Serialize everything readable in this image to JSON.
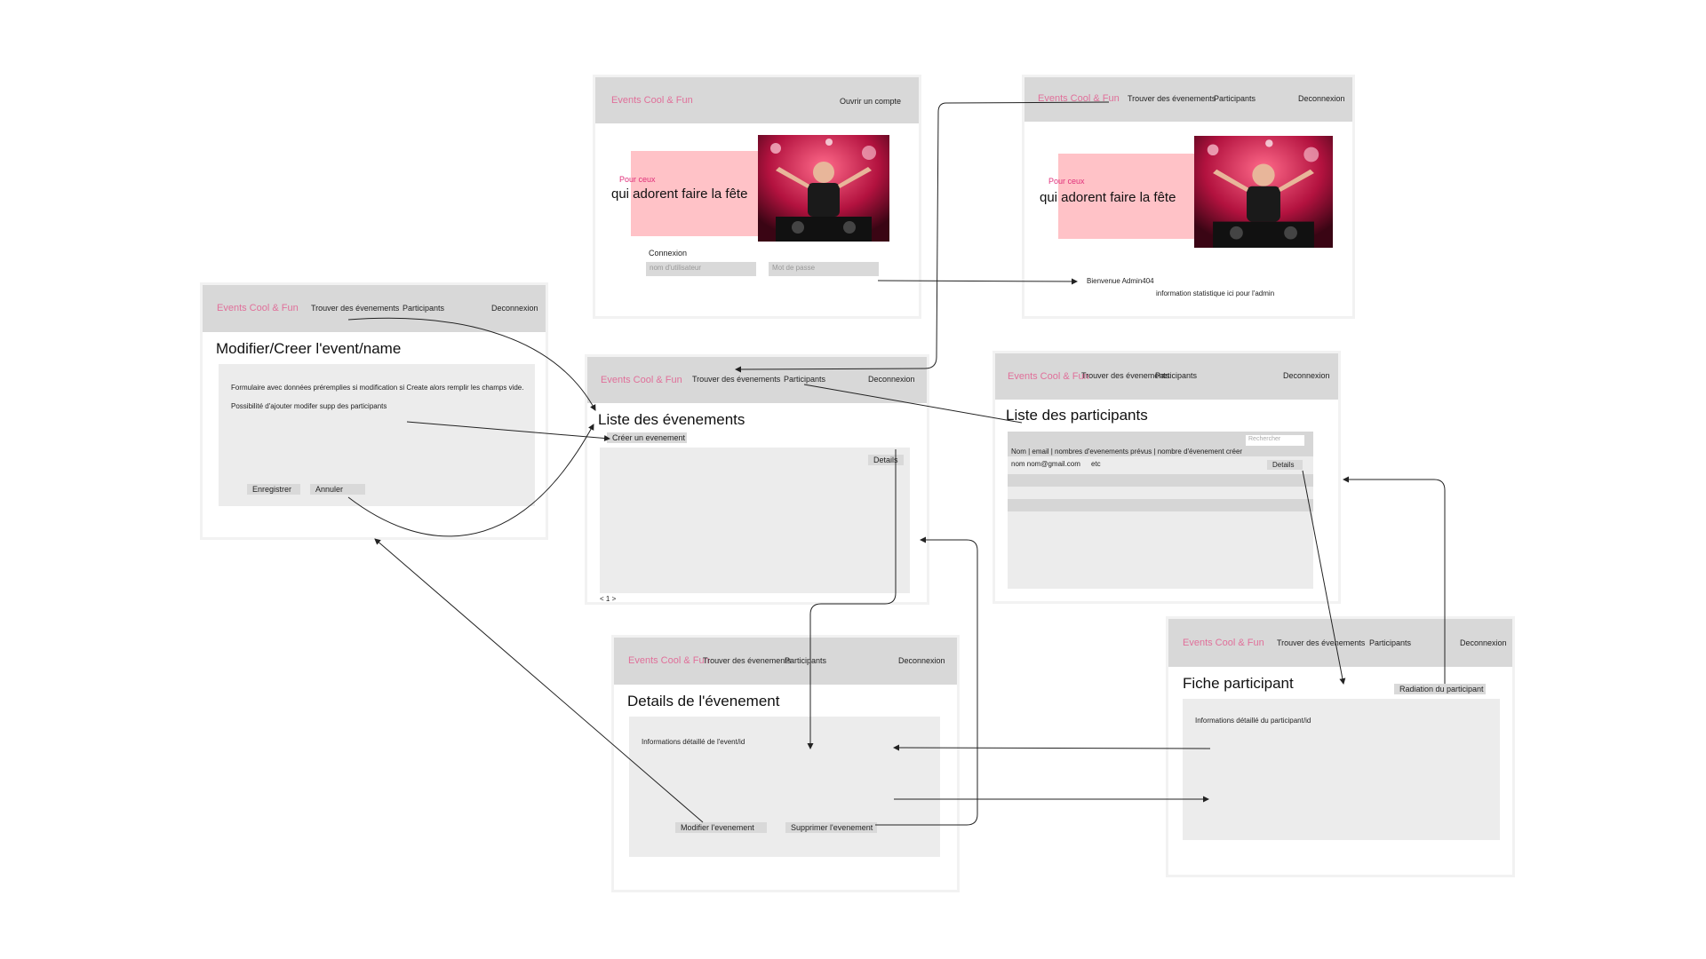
{
  "brand": "Events Cool & Fun",
  "accent_color": "#e0709a",
  "header_color": "#d8d8d8",
  "nav": {
    "find_events": "Trouver des évenements",
    "participants": "Participants",
    "logout": "Deconnexion",
    "open_account": "Ouvrir un compte"
  },
  "home": {
    "hero_small": "Pour ceux",
    "hero_big": "qui adorent faire la fête",
    "login_title": "Connexion",
    "username_placeholder": "nom d'utilisateur",
    "password_placeholder": "Mot de passe"
  },
  "admin_home": {
    "hero_small": "Pour ceux",
    "hero_big": "qui adorent faire la fête",
    "welcome": "Bienvenue Admin404",
    "stats": "information statistique ici pour l'admin"
  },
  "edit_event": {
    "title": "Modifier/Creer l'event/name",
    "desc_line1": "Formulaire avec données préremplies si modification si Create alors remplir les champs vide.",
    "desc_line2": "Possibilité d'ajouter modifer supp des participants",
    "save": "Enregistrer",
    "cancel": "Annuler"
  },
  "event_list": {
    "title": "Liste des évenements",
    "create": "Créer un evenement",
    "details": "Details",
    "pagination": "< 1 >"
  },
  "participant_list": {
    "title": "Liste des participants",
    "search_placeholder": "Rechercher",
    "columns": "Nom | email | nombres d'evenements prévus | nombre d'évenement créer",
    "row_name": "nom nom@gmail.com",
    "row_etc": "etc",
    "details": "Details"
  },
  "event_details": {
    "title": "Details de l'évenement",
    "info": "Informations détaillé de l'event/id",
    "edit": "Modifier l'evenement",
    "delete": "Supprimer l'evenement"
  },
  "participant_card": {
    "title": "Fiche participant",
    "remove": "Radiation du participant",
    "info": "Informations détaillé du participant/id"
  }
}
